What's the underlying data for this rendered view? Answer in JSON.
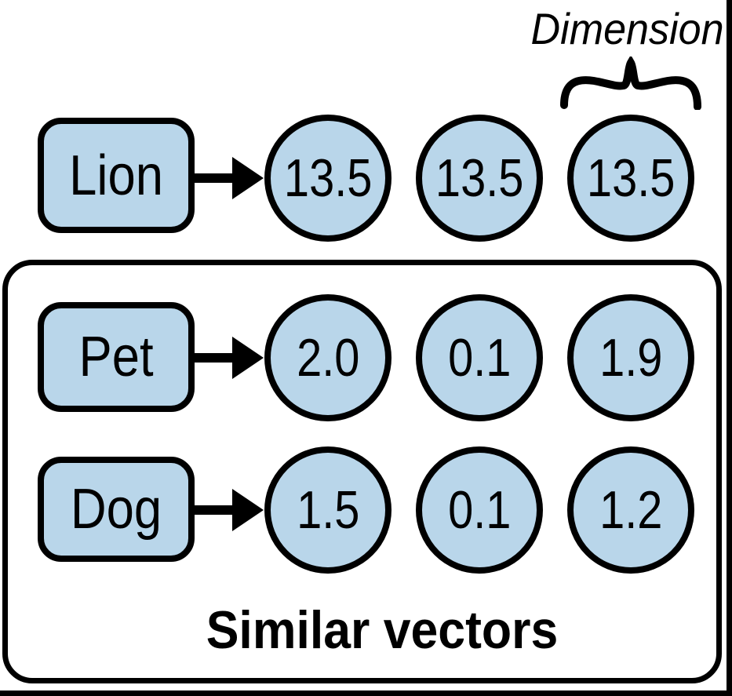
{
  "diagram": {
    "dimension_annotation": {
      "label": "Dimension",
      "points_to": "third vector dimension column"
    },
    "rows": [
      {
        "label": "Lion",
        "values": [
          "13.5",
          "13.5",
          "13.5"
        ],
        "in_similar_group": false
      },
      {
        "label": "Pet",
        "values": [
          "2.0",
          "0.1",
          "1.9"
        ],
        "in_similar_group": true
      },
      {
        "label": "Dog",
        "values": [
          "1.5",
          "0.1",
          "1.2"
        ],
        "in_similar_group": true
      }
    ],
    "group": {
      "label": "Similar vectors"
    },
    "colors": {
      "node_fill": "#b9d6ea",
      "stroke": "#000000",
      "background": "#ffffff",
      "text": "#000000"
    }
  }
}
